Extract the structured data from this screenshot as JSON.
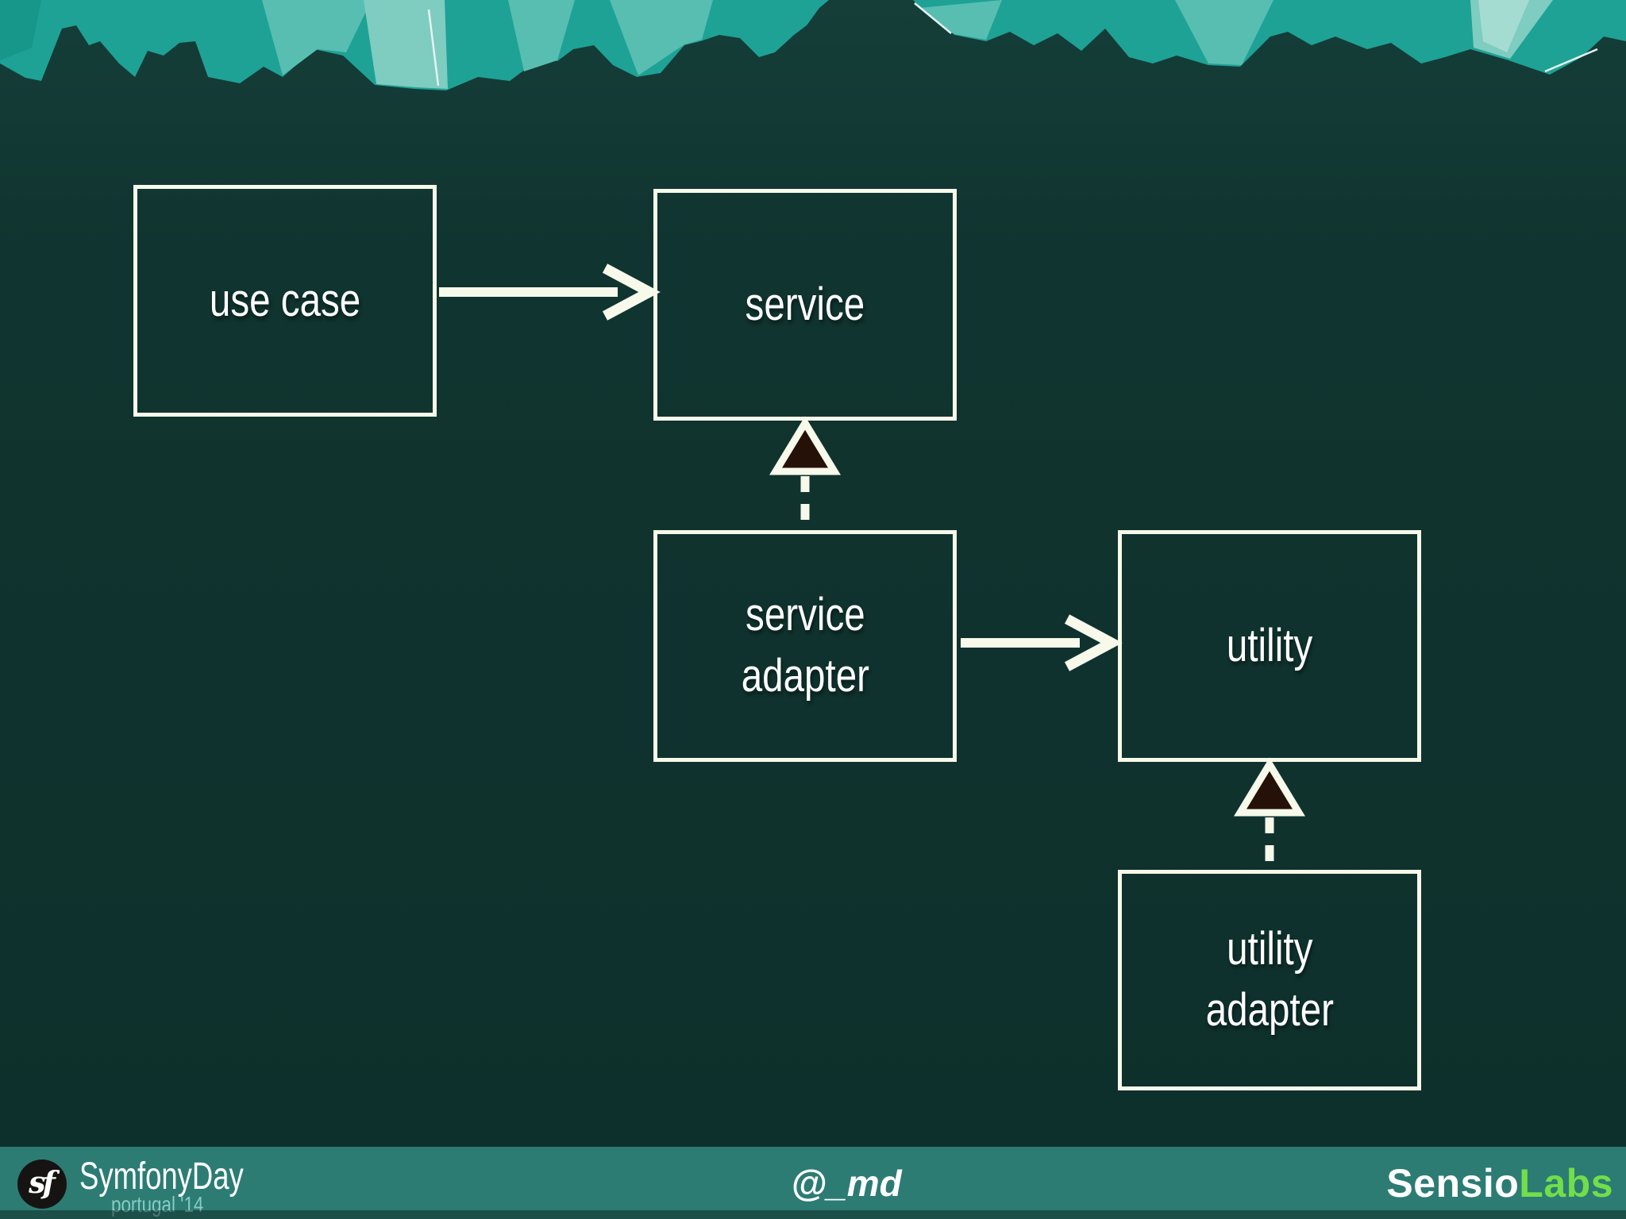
{
  "diagram": {
    "nodes": [
      {
        "id": "use-case",
        "lines": [
          "use case"
        ]
      },
      {
        "id": "service",
        "lines": [
          "service"
        ]
      },
      {
        "id": "service-adapter",
        "lines": [
          "service",
          "adapter"
        ]
      },
      {
        "id": "utility",
        "lines": [
          "utility"
        ]
      },
      {
        "id": "utility-adapter",
        "lines": [
          "utility",
          "adapter"
        ]
      }
    ],
    "edges": [
      {
        "from": "use case",
        "to": "service",
        "type": "solid-arrow"
      },
      {
        "from": "service adapter",
        "to": "service",
        "type": "dashed-hollow-triangle"
      },
      {
        "from": "service adapter",
        "to": "utility",
        "type": "solid-arrow"
      },
      {
        "from": "utility adapter",
        "to": "utility",
        "type": "dashed-hollow-triangle"
      }
    ]
  },
  "footer": {
    "logo_glyph": "sf",
    "event_name": "SymfonyDay",
    "event_edition": "portugal '14",
    "speaker_handle": "@_md",
    "brand": {
      "sensio": "Sensio",
      "labs": "Labs"
    }
  },
  "colors": {
    "background": "#0f332e",
    "torn_paper_teal": "#1ea295",
    "torn_paper_light": "#58beb2",
    "footer_bar": "#2c7c74",
    "box_border_ivory": "#f7f9ea",
    "label_text": "#ffffff",
    "triangle_fill": "#261109",
    "labs_green": "#71de4a",
    "edition_text": "#86ccc3"
  }
}
